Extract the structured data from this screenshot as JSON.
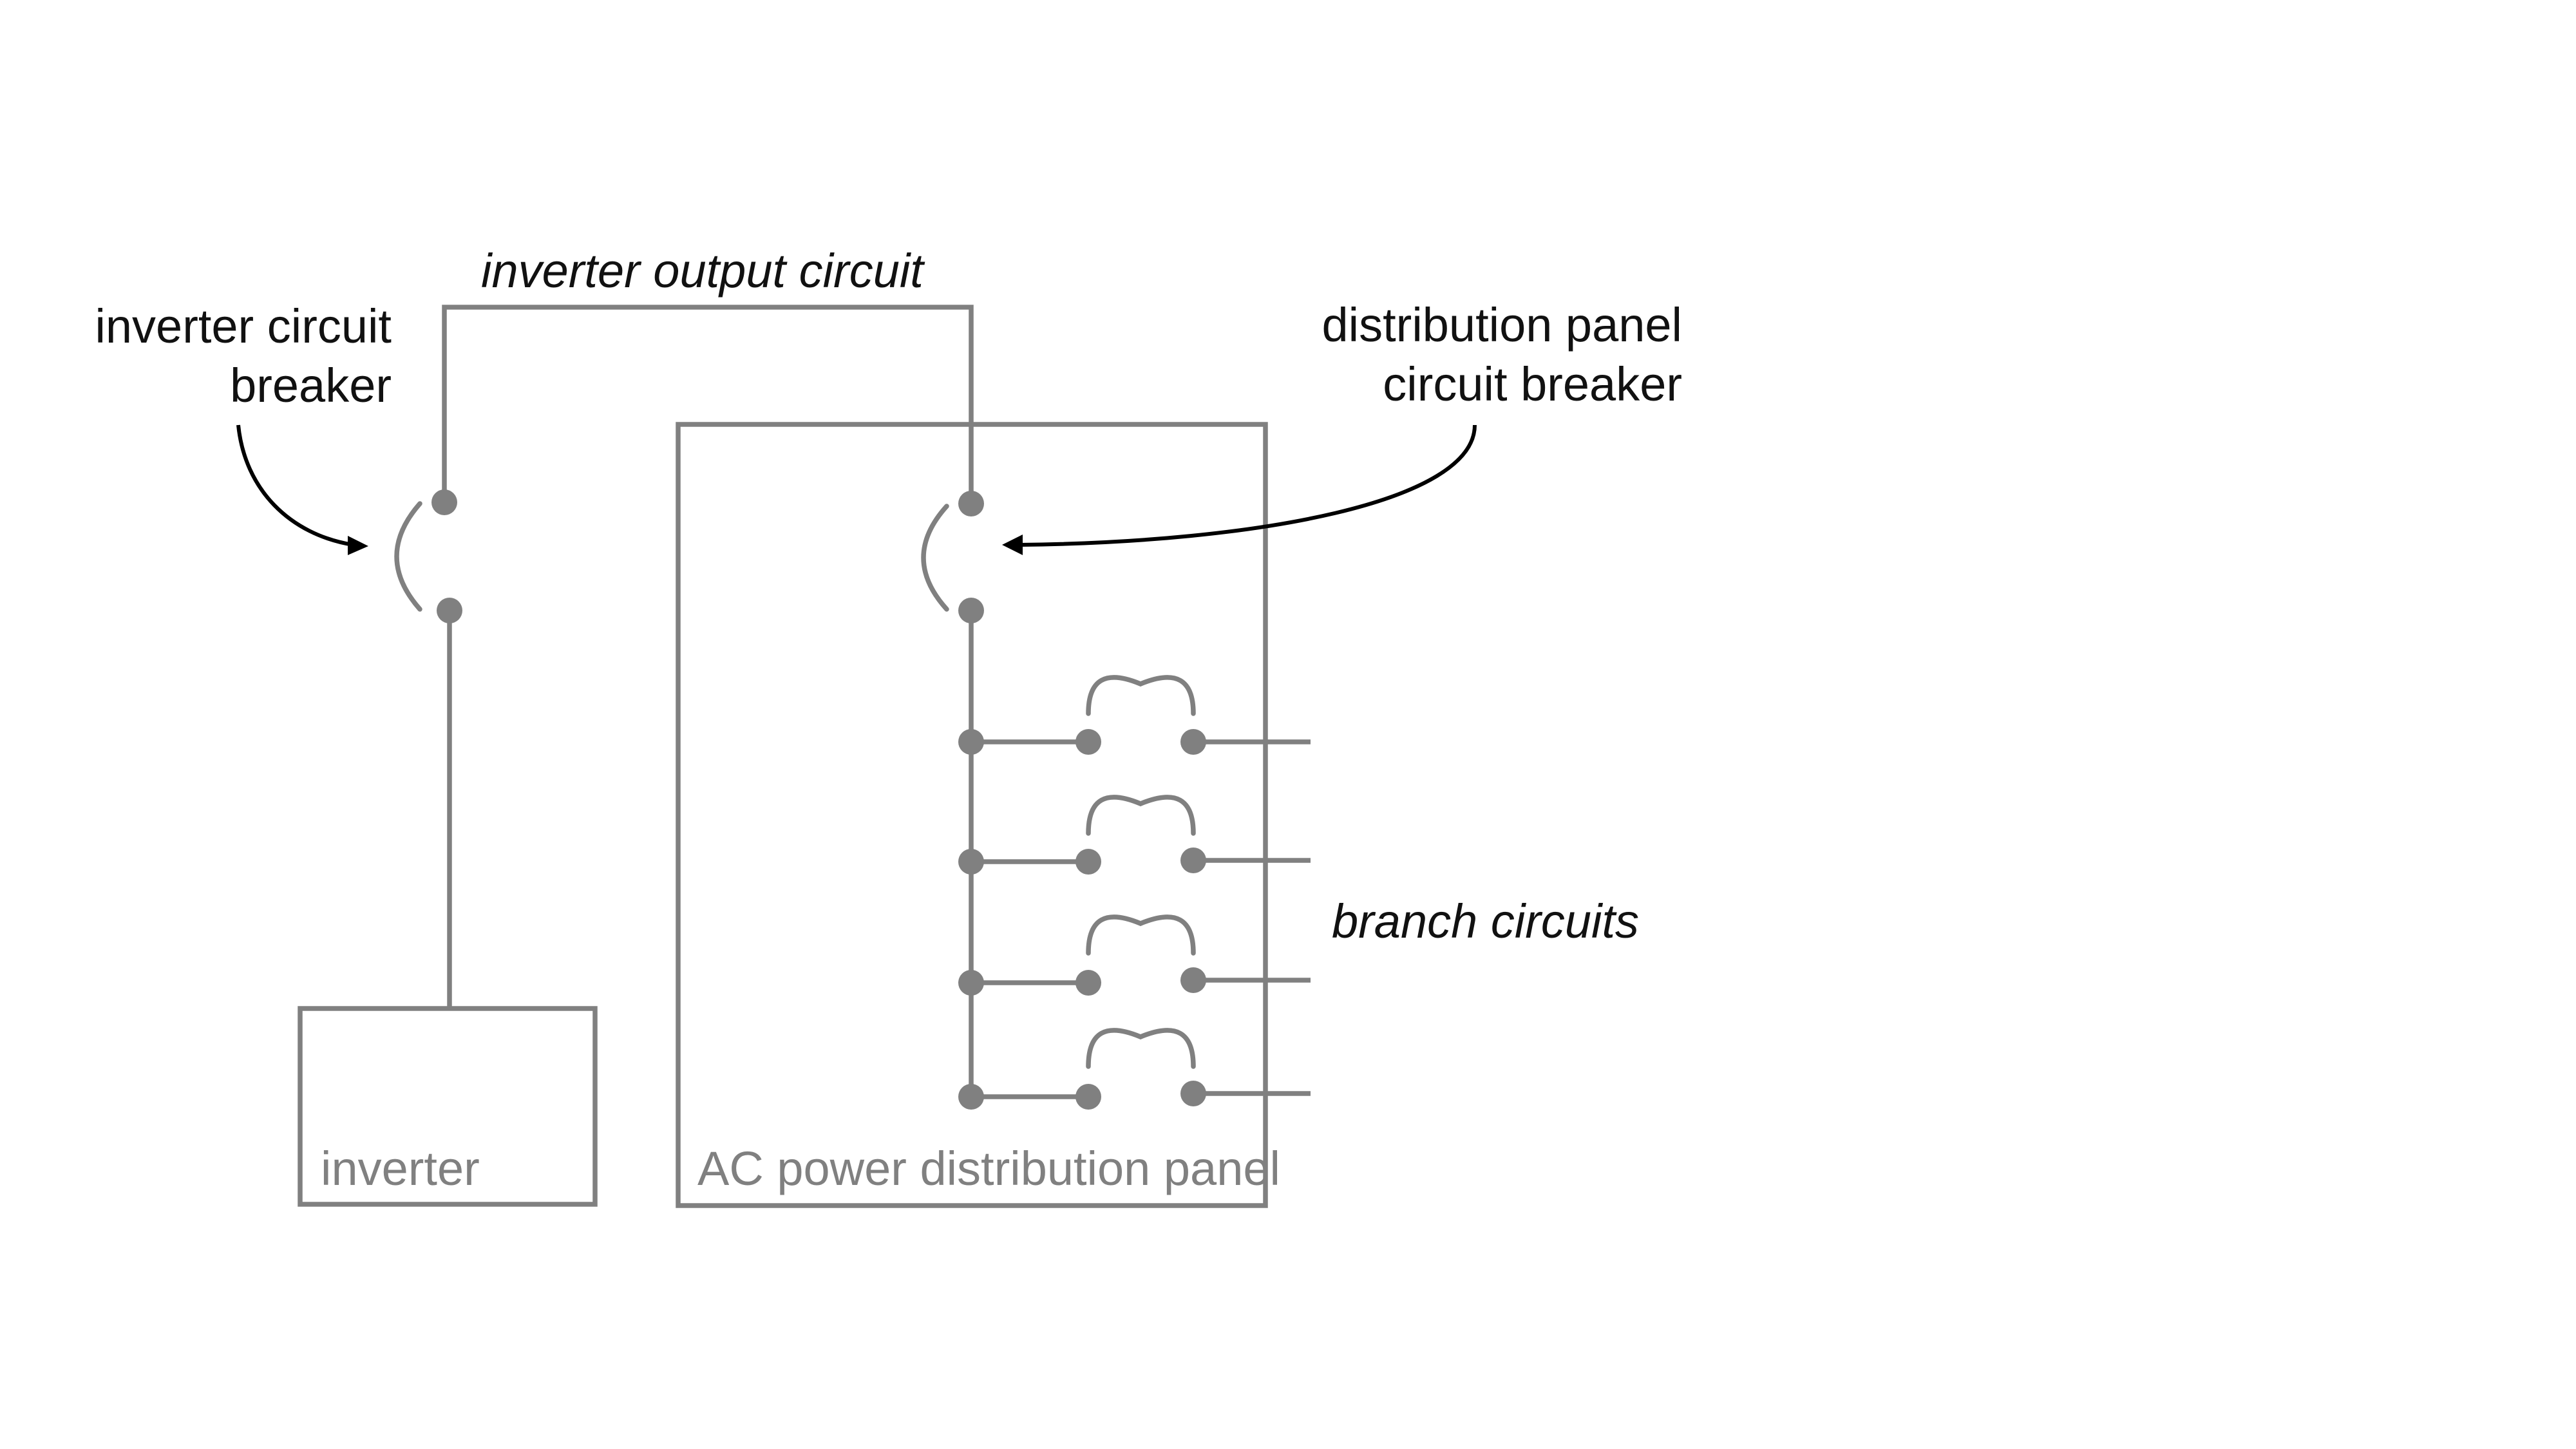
{
  "labels": {
    "inverter_output_circuit": "inverter output circuit",
    "inverter_breaker_line1": "inverter circuit",
    "inverter_breaker_line2": "breaker",
    "panel_breaker_line1": "distribution panel",
    "panel_breaker_line2": "circuit breaker",
    "branch_circuits": "branch circuits",
    "inverter_box": "inverter",
    "panel_box": "AC power distribution panel"
  },
  "colors": {
    "line": "#808080",
    "text": "#111111",
    "box_text": "#808080",
    "arrow": "#000000",
    "background": "#ffffff"
  }
}
